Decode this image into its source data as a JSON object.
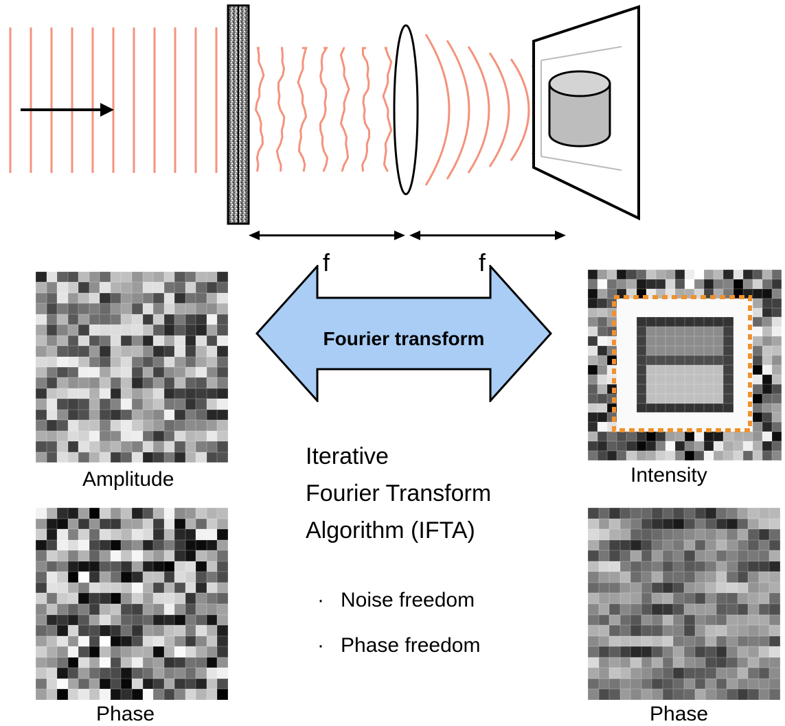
{
  "setup": {
    "focal_left": "f",
    "focal_right": "f",
    "wave_color": "#f4937c"
  },
  "transform": {
    "label": "Fourier transform",
    "arrow_color": "#a9cdf5"
  },
  "algorithm": {
    "title_lines": [
      "Iterative",
      "Fourier Transform",
      "Algorithm (IFTA)"
    ],
    "bullets": [
      "Noise freedom",
      "Phase freedom"
    ]
  },
  "panels": {
    "input_amplitude": "Amplitude",
    "input_phase": "Phase",
    "output_intensity": "Intensity",
    "output_phase": "Phase"
  },
  "colors": {
    "roi_border": "#f0922e"
  }
}
